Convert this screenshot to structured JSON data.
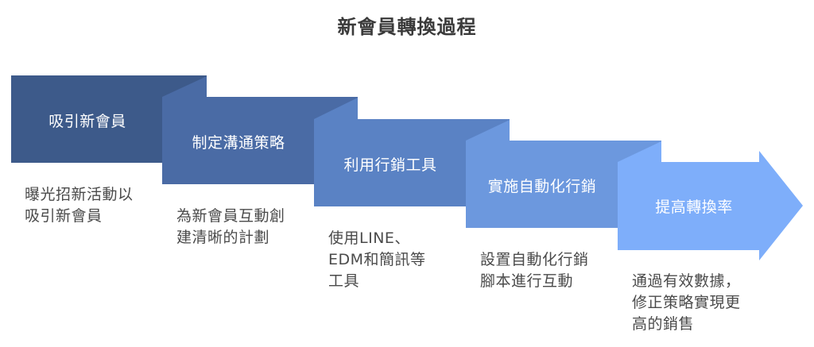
{
  "title": "新會員轉換過程",
  "steps": [
    {
      "label": "吸引新會員",
      "color": "#3d5a8a",
      "description": [
        "曝光招新活動以",
        "吸引新會員"
      ]
    },
    {
      "label": "制定溝通策略",
      "color": "#4a6ba5",
      "description": [
        "為新會員互動創",
        "建清晰的計劃"
      ]
    },
    {
      "label": "利用行銷工具",
      "color": "#5a82c4",
      "description": [
        "使用LINE、",
        "EDM和簡訊等",
        "工具"
      ]
    },
    {
      "label": "實施自動化行銷",
      "color": "#6c98de",
      "description": [
        "設置自動化行銷",
        "腳本進行互動"
      ]
    },
    {
      "label": "提高轉換率",
      "color": "#7eaefa",
      "description": [
        "通過有效數據，",
        "修正策略實現更",
        "高的銷售"
      ]
    }
  ]
}
